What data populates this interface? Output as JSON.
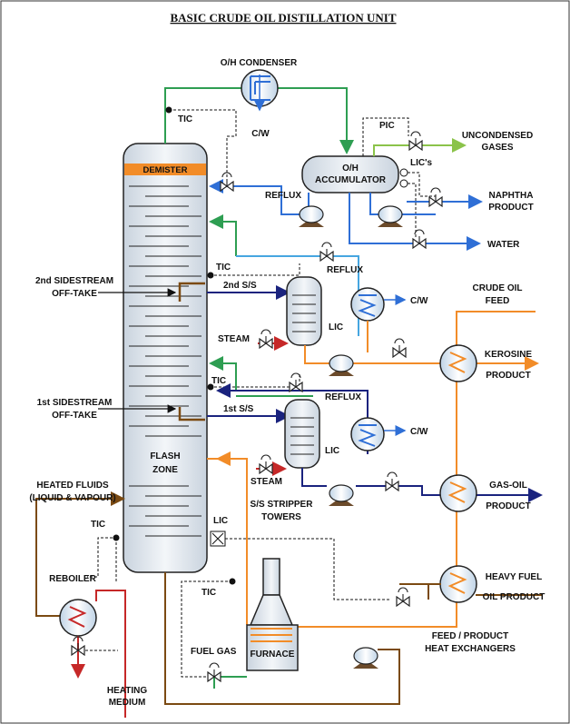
{
  "title": "BASIC CRUDE OIL DISTILLATION UNIT",
  "labels": {
    "oh_condenser": "O/H CONDENSER",
    "cw_top": "C/W",
    "tic_top": "TIC",
    "pic": "PIC",
    "uncondensed1": "UNCONDENSED",
    "uncondensed2": "GASES",
    "demister": "DEMISTER",
    "oh1": "O/H",
    "oh2": "ACCUMULATOR",
    "lics": "LIC's",
    "reflux_top": "REFLUX",
    "naphtha1": "NAPHTHA",
    "naphtha2": "PRODUCT",
    "water": "WATER",
    "tic_2": "TIC",
    "reflux_2": "REFLUX",
    "ss2": "2nd S/S",
    "cw_2": "C/W",
    "side2a": "2nd SIDESTREAM",
    "side2b": "OFF-TAKE",
    "crude1": "CRUDE OIL",
    "crude2": "FEED",
    "steam_2": "STEAM",
    "lic_2": "LIC",
    "kero1": "KEROSINE",
    "kero2": "PRODUCT",
    "tic_1": "TIC",
    "reflux_1": "REFLUX",
    "side1a": "1st  SIDESTREAM",
    "side1b": "OFF-TAKE",
    "ss1": "1st S/S",
    "cw_1": "C/W",
    "lic_1": "LIC",
    "flash1": "FLASH",
    "flash2": "ZONE",
    "steam_1": "STEAM",
    "gasoil1": "GAS-OIL",
    "gasoil2": "PRODUCT",
    "heated1": "HEATED FLUIDS",
    "heated2": "(LIQUID & VAPOUR)",
    "stripper1": "S/S STRIPPER",
    "stripper2": "TOWERS",
    "tic_bot": "TIC",
    "lic_bot": "LIC",
    "reboiler": "REBOILER",
    "tic_furn": "TIC",
    "hfo1": "HEAVY FUEL",
    "hfo2": "OIL PRODUCT",
    "fuelgas": "FUEL GAS",
    "furnace": "FURNACE",
    "fpx1": "FEED / PRODUCT",
    "fpx2": "HEAT EXCHANGERS",
    "heating1": "HEATING",
    "heating2": "MEDIUM"
  },
  "colors": {
    "vapour": "#2e9e52",
    "reflux_blue": "#2f6fd6",
    "light_blue": "#46a6e0",
    "product_navy": "#1a237e",
    "gas_green": "#8bc34a",
    "crude_orange": "#f28c28",
    "brown": "#7b4a12",
    "heating_red": "#c62828",
    "demister": "#f28c28",
    "tower_fill": "#dfe6ee"
  }
}
